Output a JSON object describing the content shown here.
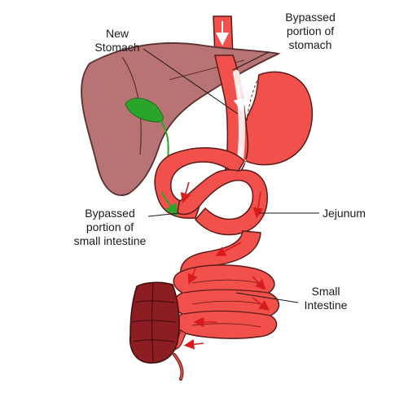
{
  "labels": {
    "new_stomach": [
      "New",
      "Stomach"
    ],
    "bypassed_stomach": [
      "Bypassed",
      "portion of",
      "stomach"
    ],
    "bypassed_intestine": [
      "Bypassed",
      "portion of",
      "small intestine"
    ],
    "jejunum": [
      "Jejunum"
    ],
    "small_intestine": [
      "Small",
      "Intestine"
    ]
  },
  "colors": {
    "liver": "#b87474",
    "liver_stroke": "#5a2f2f",
    "organ_red": "#f2504a",
    "organ_stroke": "#5c1a1a",
    "gallbladder": "#2aa52a",
    "colon": "#8c1d22",
    "arrow": "#d81c1c",
    "flow_white": "#fbe7e7"
  }
}
